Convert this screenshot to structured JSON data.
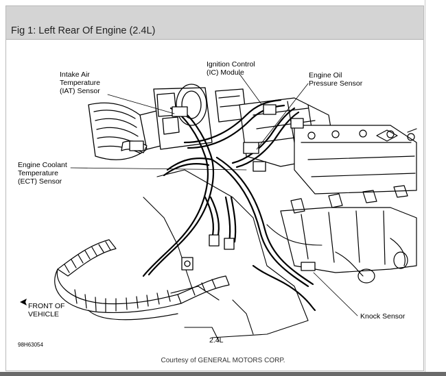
{
  "figure": {
    "title": "Fig 1: Left Rear Of Engine (2.4L)",
    "engine_label": "2.4L",
    "figure_code": "98H63054",
    "courtesy": "Courtesy of GENERAL MOTORS CORP."
  },
  "callouts": {
    "iat": [
      "Intake Air",
      "Temperature",
      "(IAT) Sensor"
    ],
    "ic": [
      "Ignition Control",
      "(IC) Module"
    ],
    "oil": [
      "Engine Oil",
      "Pressure Sensor"
    ],
    "ect": [
      "Engine Coolant",
      "Temperature",
      "(ECT) Sensor"
    ],
    "front": [
      "FRONT OF",
      "VEHICLE"
    ],
    "knock": [
      "Knock Sensor"
    ]
  }
}
